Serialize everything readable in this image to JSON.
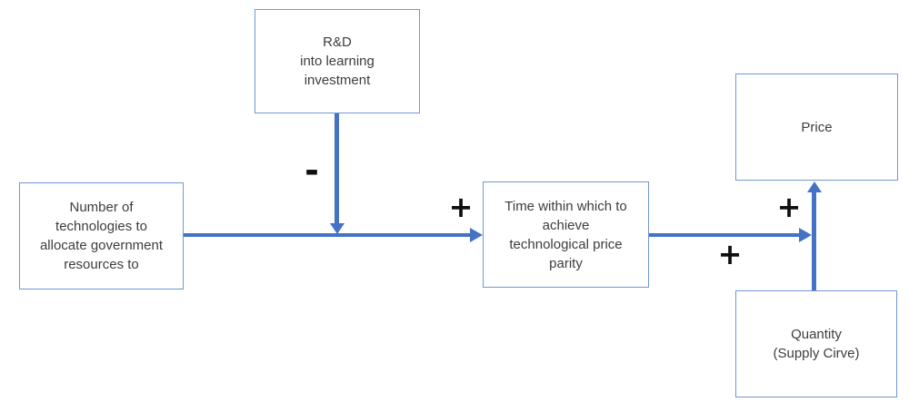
{
  "colors": {
    "arrow": "#4472C4",
    "box_border": "#7096D8",
    "sign": "#0F0F0F"
  },
  "nodes": {
    "rd": {
      "label": "R&D\ninto learning\ninvestment"
    },
    "number": {
      "label": "Number of\ntechnologies to\nallocate government\nresources to"
    },
    "time": {
      "label": "Time within which to\nachieve\ntechnological price\nparity"
    },
    "price": {
      "label": "Price"
    },
    "quantity": {
      "label": "Quantity\n(Supply Cirve)"
    }
  },
  "signs": {
    "rd_to_flow": "-",
    "number_to_time": "+",
    "time_to_price": "+",
    "quantity_to_price": "+"
  }
}
